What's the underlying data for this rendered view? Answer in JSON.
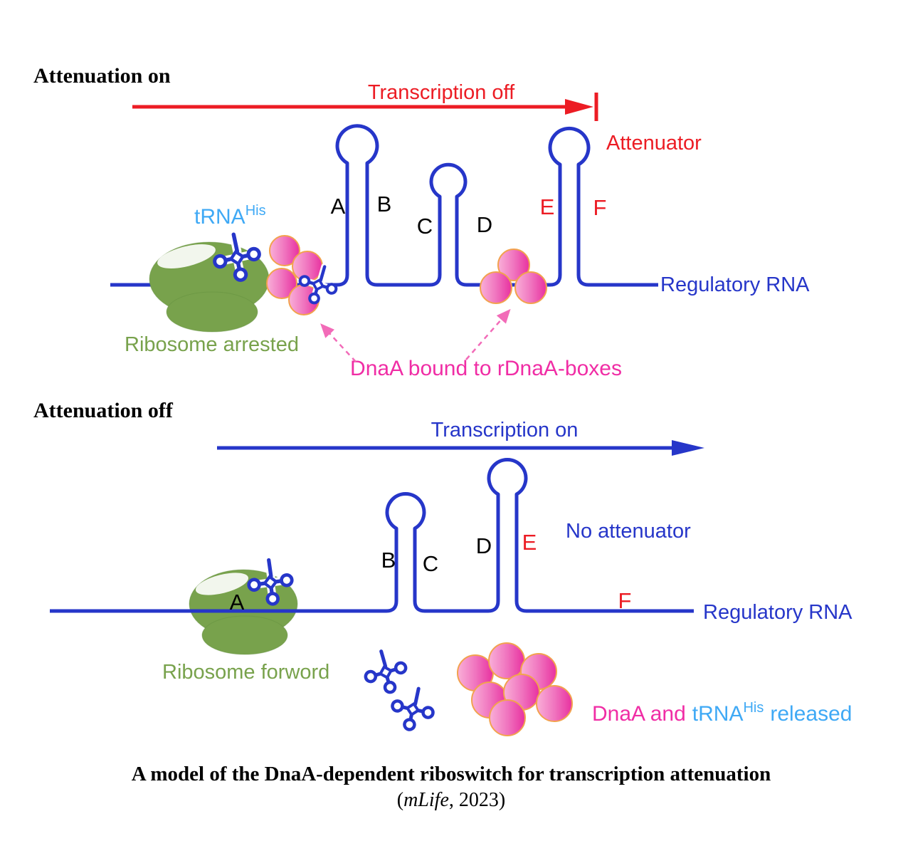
{
  "colors": {
    "rna_blue": "#2636C9",
    "red": "#EC1C24",
    "light_blue": "#3FA9F5",
    "green": "#78A24C",
    "magenta": "#F02DA5",
    "dnaa_pink": "#E8309F",
    "dnaa_outline": "#F2A24E",
    "black": "#000000"
  },
  "top": {
    "heading": "Attenuation on",
    "arrow_label": "Transcription off",
    "attenuator": "Attenuator",
    "stems": {
      "a": "A",
      "b": "B",
      "c": "C",
      "d": "D",
      "e": "E",
      "f": "F"
    },
    "trna": {
      "base": "tRNA",
      "sup": "His"
    },
    "ribosome": "Ribosome arrested",
    "rna": "Regulatory RNA",
    "dnaa": "DnaA bound to rDnaA-boxes"
  },
  "bottom": {
    "heading": "Attenuation off",
    "arrow_label": "Transcription on",
    "no_attenuator": "No attenuator",
    "stems": {
      "a": "A",
      "b": "B",
      "c": "C",
      "d": "D",
      "e": "E",
      "f": "F"
    },
    "ribosome": "Ribosome forword",
    "rna": "Regulatory RNA",
    "released": {
      "part1": "DnaA and",
      "part2": "tRNA",
      "sup": "His",
      "part3": "released"
    }
  },
  "caption": {
    "line1": "A model of the DnaA-dependent riboswitch for transcription attenuation",
    "line2_open": "(",
    "line2_italic": "mLife",
    "line2_close": ", 2023)"
  }
}
